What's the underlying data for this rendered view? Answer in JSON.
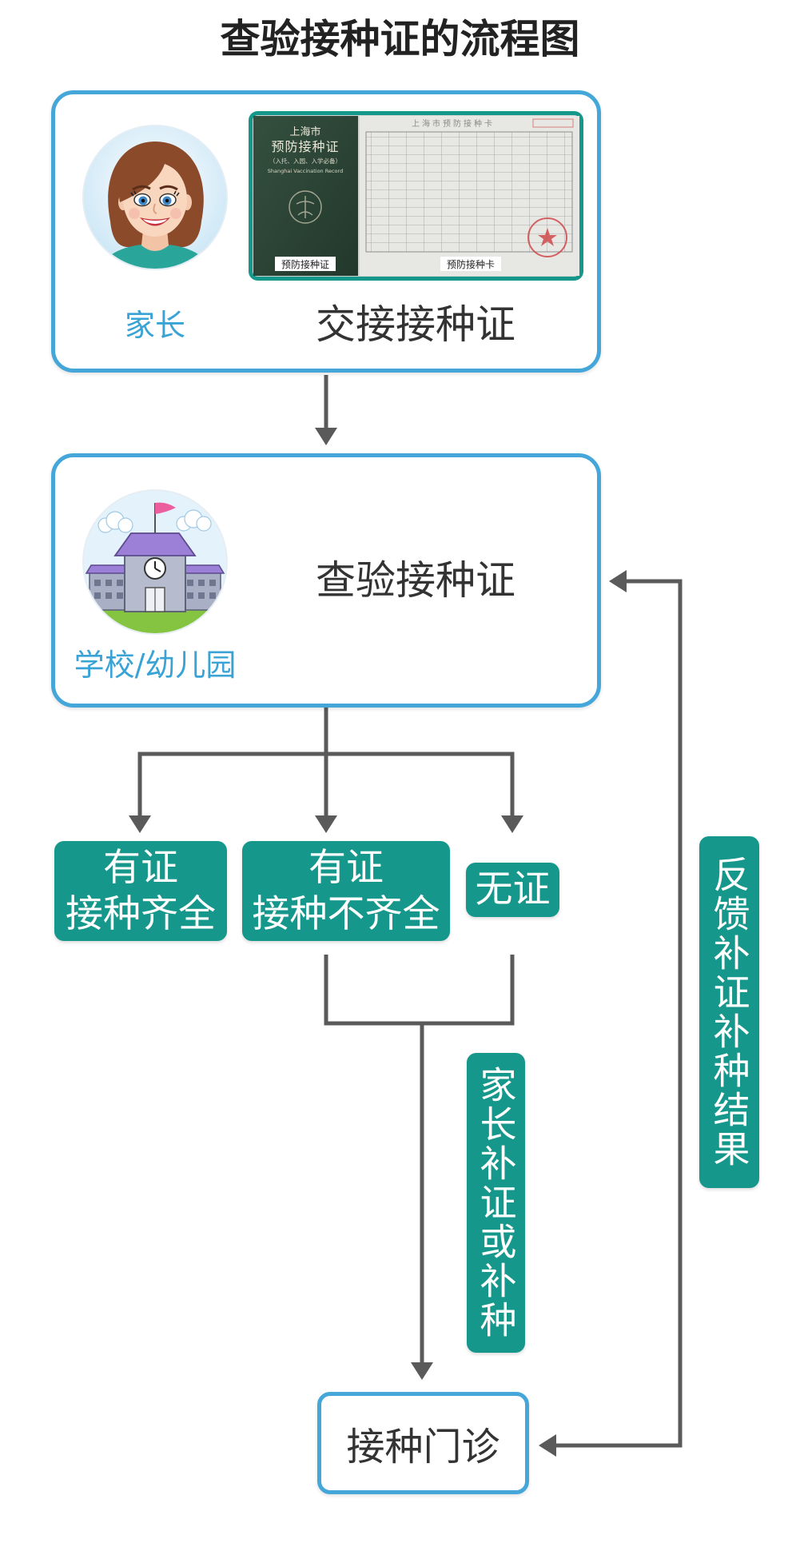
{
  "title": "查验接种证的流程图",
  "step1": {
    "actor": "家长",
    "action": "交接接种证",
    "photo": {
      "booklet": {
        "city": "上海市",
        "name": "预防接种证",
        "note": "（入托、入园、入学必备）",
        "english": "Shanghai Vaccination Record",
        "caption": "预防接种证"
      },
      "card": {
        "header": "上海市预防接种卡",
        "caption": "预防接种卡"
      }
    }
  },
  "step2": {
    "actor": "学校/幼儿园",
    "action": "查验接种证"
  },
  "outcomes": [
    {
      "line1": "有证",
      "line2": "接种齐全"
    },
    {
      "line1": "有证",
      "line2": "接种不齐全"
    },
    {
      "line1": "无证"
    }
  ],
  "remedy_label": "家长补证或补种",
  "clinic": {
    "label": "接种门诊"
  },
  "feedback_label": "反馈补证补种结果",
  "colors": {
    "box_border": "#45a7d9",
    "actor_text": "#3aa3d6",
    "teal": "#16978b",
    "connector": "#5a5a5a",
    "action_text": "#333333",
    "title_text": "#222222"
  }
}
